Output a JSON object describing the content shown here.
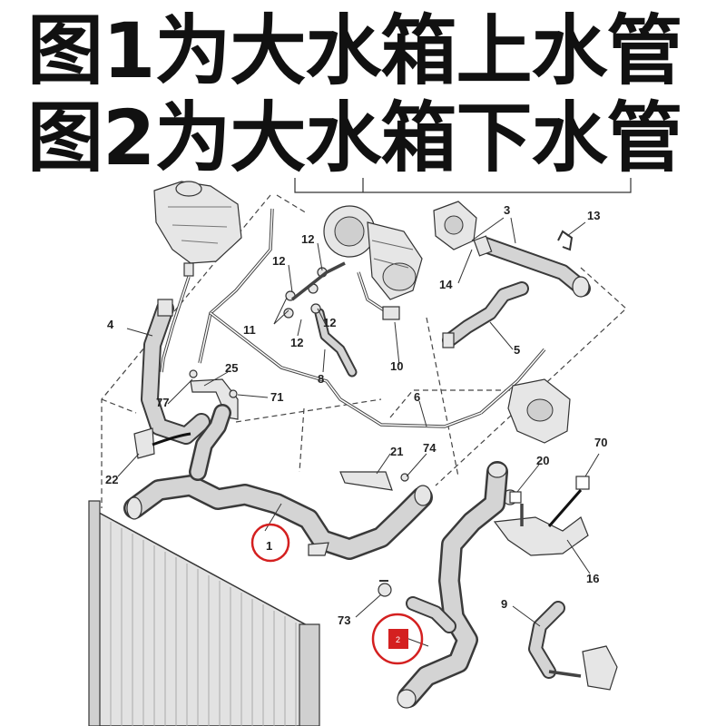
{
  "headline": {
    "line1": "图1为大水箱上水管",
    "line2": "图2为大水箱下水管"
  },
  "callouts": {
    "c3": "3",
    "c13": "13",
    "c14": "14",
    "c12a": "12",
    "c12b": "12",
    "c12c": "12",
    "c12d": "12",
    "c11": "11",
    "c4": "4",
    "c5": "5",
    "c8": "8",
    "c10": "10",
    "c25": "25",
    "c77": "77",
    "c71": "71",
    "c6": "6",
    "c21": "21",
    "c74": "74",
    "c22": "22",
    "c20": "20",
    "c70": "70",
    "c1": "1",
    "c16": "16",
    "c9": "9",
    "c73": "73",
    "c2": "2"
  },
  "colors": {
    "highlight_red": "#d42020",
    "line": "#333333",
    "part_fill": "#e6e6e6"
  }
}
